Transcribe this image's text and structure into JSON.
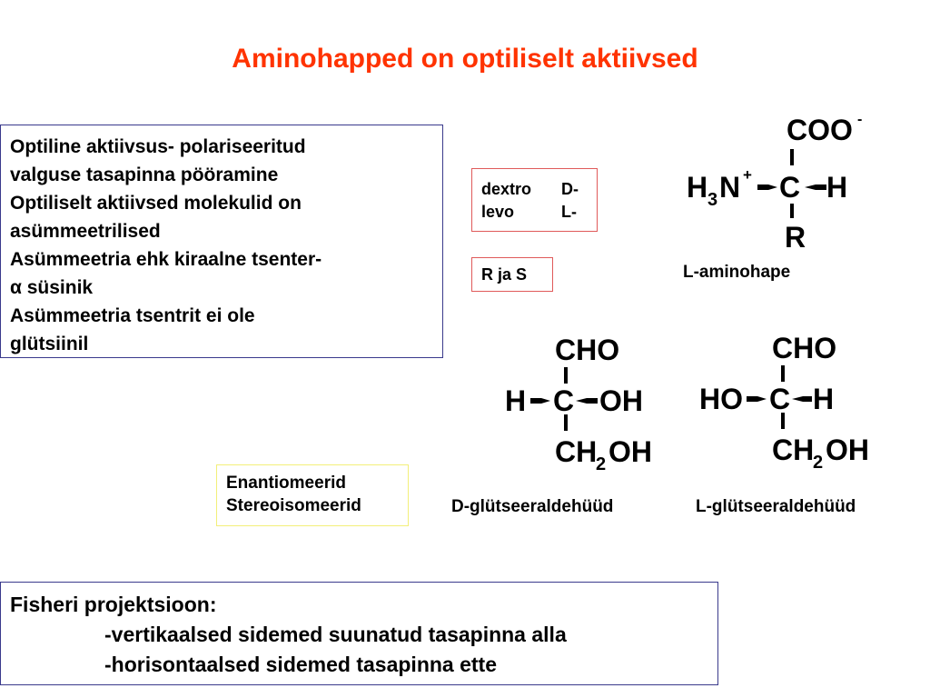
{
  "title": "Aminohapped on optiliselt aktiivsed",
  "info_box": {
    "lines": [
      "Optiline aktiivsus- polariseeritud",
      "valguse tasapinna pööramine",
      "Optiliselt aktiivsed molekulid on",
      "asümmeetrilised",
      "Asümmeetria ehk kiraalne tsenter-",
      "α süsinik",
      "Asümmeetria tsentrit ei ole",
      "glütsiinil"
    ]
  },
  "dextro_levo": {
    "row1": {
      "name": "dextro",
      "prefix": "D-"
    },
    "row2": {
      "name": "levo",
      "prefix": "L-"
    }
  },
  "rs_box": "R ja S",
  "enantiomer_box": {
    "line1": "Enantiomeerid",
    "line2": "Stereoisomeerid"
  },
  "amino_acid": {
    "top": "COO",
    "top_charge": "-",
    "left_main": "H",
    "left_sub": "3",
    "left_main2": "N",
    "left_charge": "+",
    "center": "C",
    "right": "H",
    "bottom": "R",
    "caption": "L-aminohape"
  },
  "d_glyceraldehyde": {
    "top": "CHO",
    "left": "H",
    "center": "C",
    "right": "OH",
    "bottom_a": "CH",
    "bottom_sub": "2",
    "bottom_b": "OH",
    "caption": "D-glütseeraldehüüd"
  },
  "l_glyceraldehyde": {
    "top": "CHO",
    "left": "HO",
    "center": "C",
    "right": "H",
    "bottom_a": "CH",
    "bottom_sub": "2",
    "bottom_b": "OH",
    "caption": "L-glütseeraldehüüd"
  },
  "fisher": {
    "heading": "Fisheri projektsioon:",
    "line1": "-vertikaalsed sidemed suunatud tasapinna alla",
    "line2": "-horisontaalsed sidemed tasapinna ette"
  }
}
